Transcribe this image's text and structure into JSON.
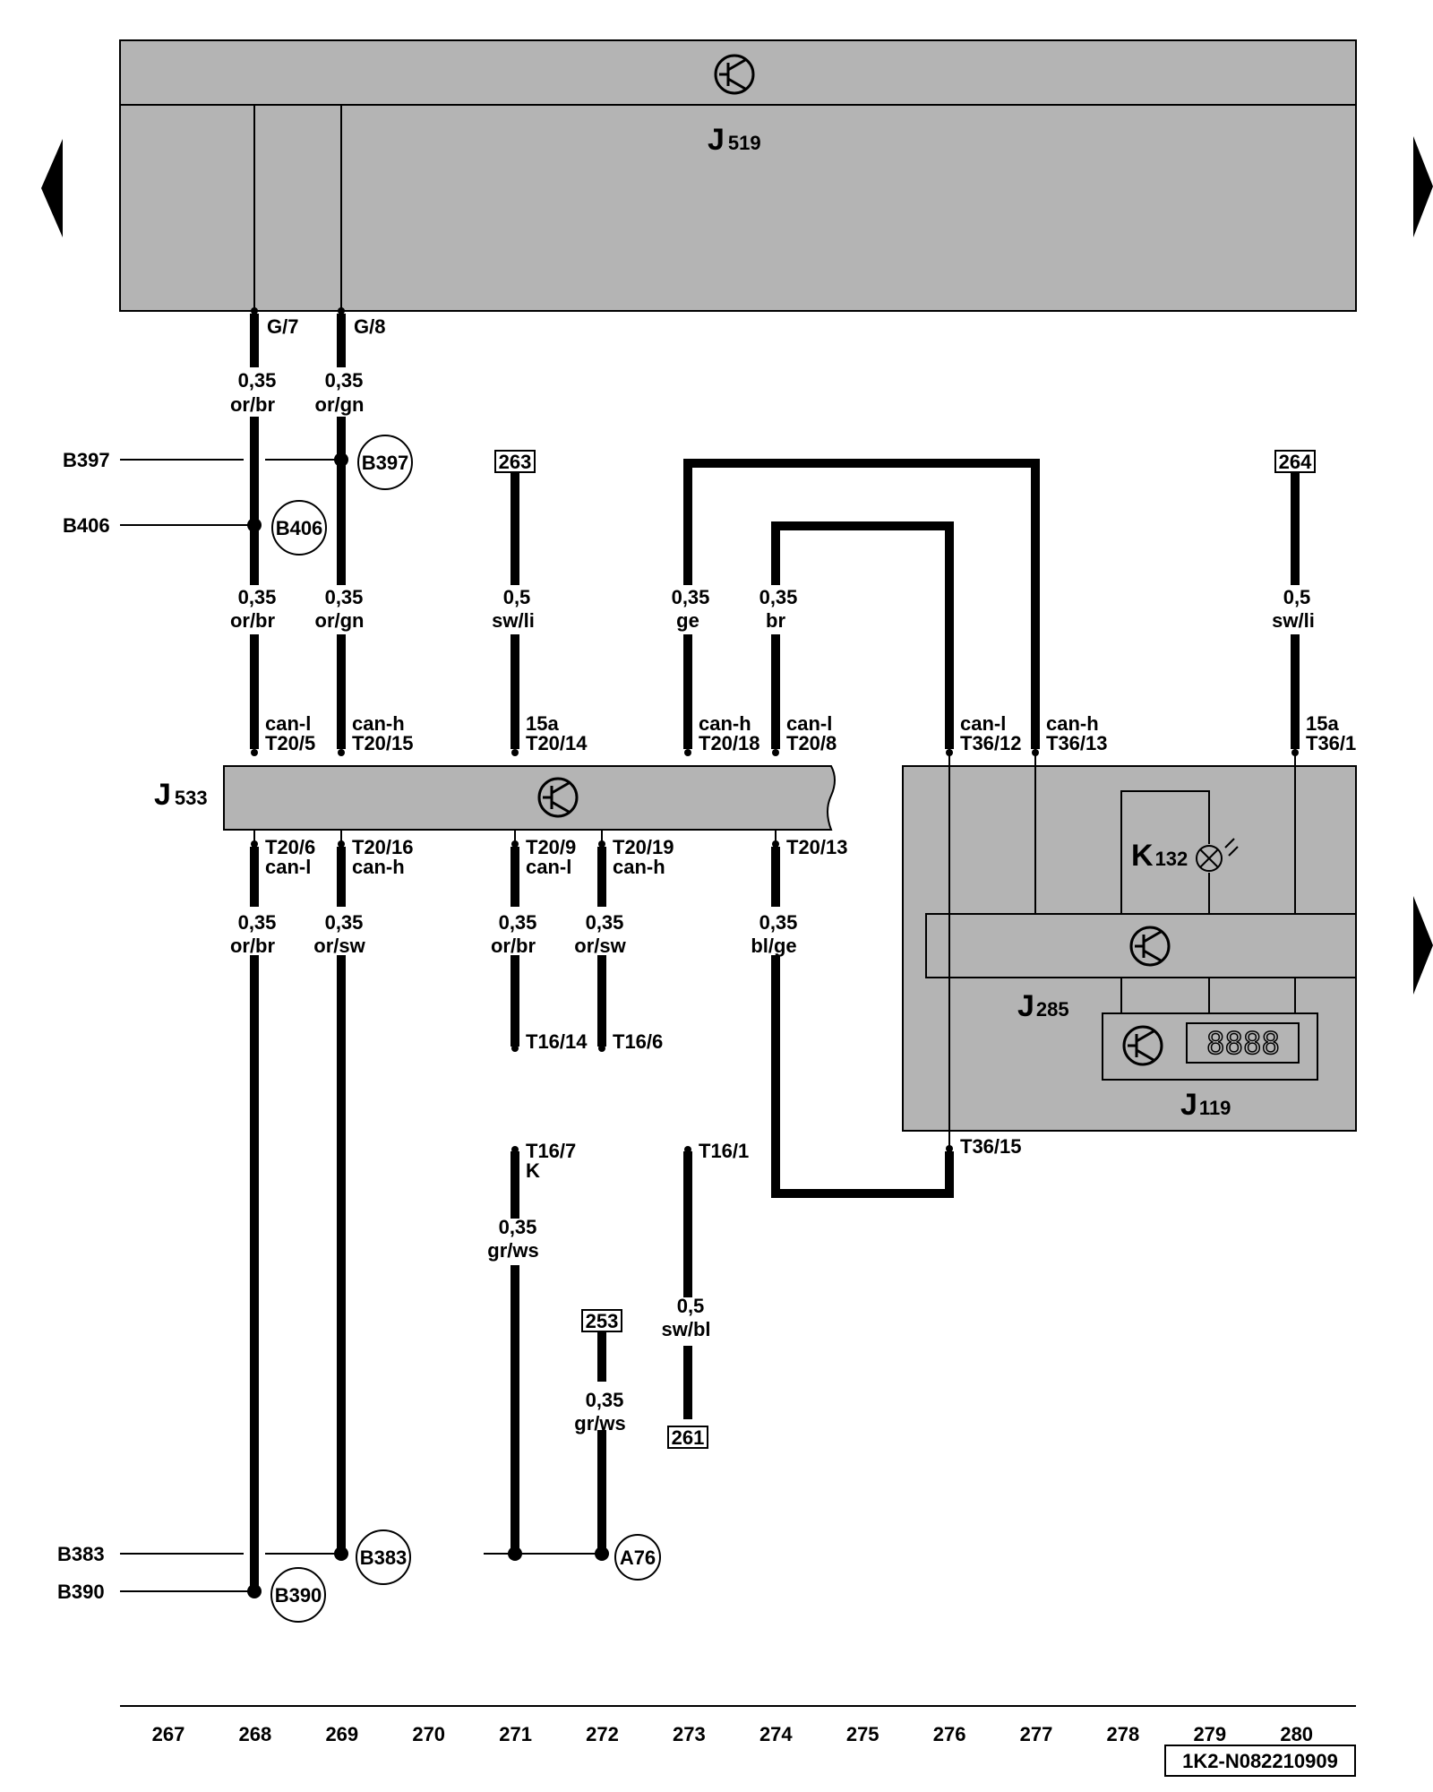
{
  "components": {
    "j519": {
      "letter": "J",
      "sub": "519"
    },
    "j533": {
      "letter": "J",
      "sub": "533"
    },
    "j285": {
      "letter": "J",
      "sub": "285"
    },
    "j119": {
      "letter": "J",
      "sub": "119",
      "display": "8888"
    },
    "k132": {
      "letter": "K",
      "sub": "132"
    }
  },
  "pins": {
    "g7": "G/7",
    "g8": "G/8",
    "t20_5": "T20/5",
    "t20_15": "T20/15",
    "t20_14": "T20/14",
    "t20_18": "T20/18",
    "t20_8": "T20/8",
    "t36_12": "T36/12",
    "t36_13": "T36/13",
    "t36_1": "T36/1",
    "t20_6": "T20/6",
    "t20_16": "T20/16",
    "t20_9": "T20/9",
    "t20_19": "T20/19",
    "t20_13": "T20/13",
    "t16_14": "T16/14",
    "t16_6": "T16/6",
    "t16_7": "T16/7",
    "t16_1": "T16/1",
    "t36_15": "T36/15"
  },
  "signals": {
    "can_l": "can-l",
    "can_h": "can-h",
    "s15a": "15a",
    "k": "K"
  },
  "wires": {
    "w_035": "0,35",
    "w_05": "0,5",
    "or_br": "or/br",
    "or_gn": "or/gn",
    "sw_li": "sw/li",
    "ge": "ge",
    "br": "br",
    "or_sw": "or/sw",
    "bl_ge": "bl/ge",
    "gr_ws": "gr/ws",
    "sw_bl": "sw/bl"
  },
  "refs": {
    "r263": "263",
    "r264": "264",
    "r253": "253",
    "r261": "261"
  },
  "connectors": {
    "b397": "B397",
    "b406": "B406",
    "b383": "B383",
    "b390": "B390",
    "a76": "A76"
  },
  "tracks": [
    "267",
    "268",
    "269",
    "270",
    "271",
    "272",
    "273",
    "274",
    "275",
    "276",
    "277",
    "278",
    "279",
    "280"
  ],
  "doc_id": "1K2-N082210909",
  "colors": {
    "module_fill": "#b4b4b4",
    "wire": "#000000"
  }
}
